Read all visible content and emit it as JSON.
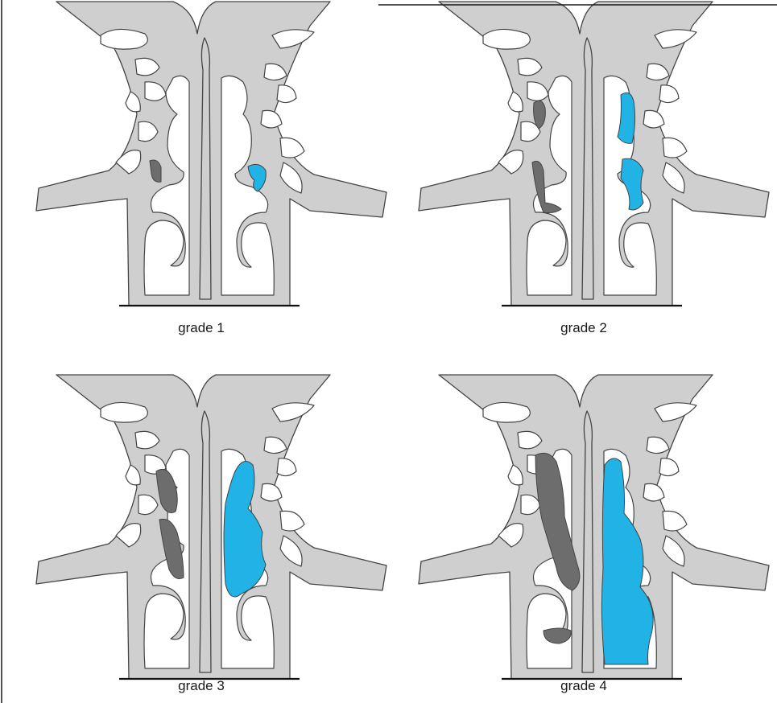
{
  "figure": {
    "colors": {
      "bone": "#cfcfcf",
      "outline": "#444444",
      "air": "#ffffff",
      "polyp_right": "#21b3e6",
      "polyp_left": "#6d6d6d"
    },
    "panels": [
      {
        "caption": "grade 1",
        "grade": 1
      },
      {
        "caption": "grade 2",
        "grade": 2
      },
      {
        "caption": "grade 3",
        "grade": 3
      },
      {
        "caption": "grade 4",
        "grade": 4
      }
    ]
  }
}
